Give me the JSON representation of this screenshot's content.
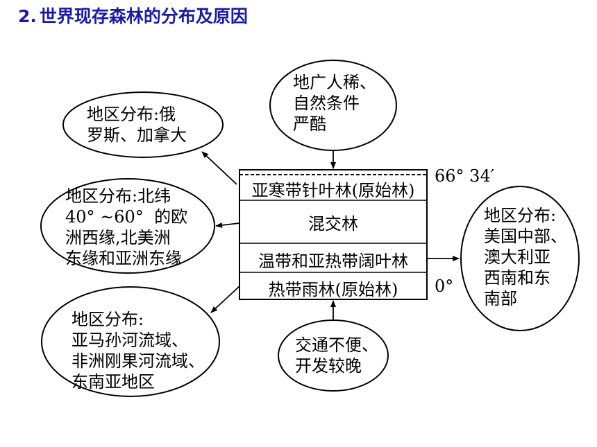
{
  "heading": {
    "number": "2.",
    "title": "世界现存森林的分布及原因"
  },
  "center_bands": [
    "亚寒带针叶林(原始林)",
    "混交林",
    "温带和亚热带阔叶林",
    "热带雨林(原始林)"
  ],
  "latitudes": {
    "top": "66° 34′",
    "bottom": "0°"
  },
  "reasons": {
    "top": "地广人稀、\n自然条件\n严酷",
    "bottom": "交通不便、\n开发较晚"
  },
  "regions": {
    "taiga": "地区分布:俄\n罗斯、加拿大",
    "mixed": "地区分布:北纬\n40° ~60°  的欧\n洲西缘,北美洲\n东缘和亚洲东缘",
    "broadleaf": "地区分布:\n美国中部、\n澳大利亚\n西南和东\n南部",
    "rainforest": "地区分布:\n亚马孙河流域、\n非洲刚果河流域、\n东南亚地区"
  }
}
